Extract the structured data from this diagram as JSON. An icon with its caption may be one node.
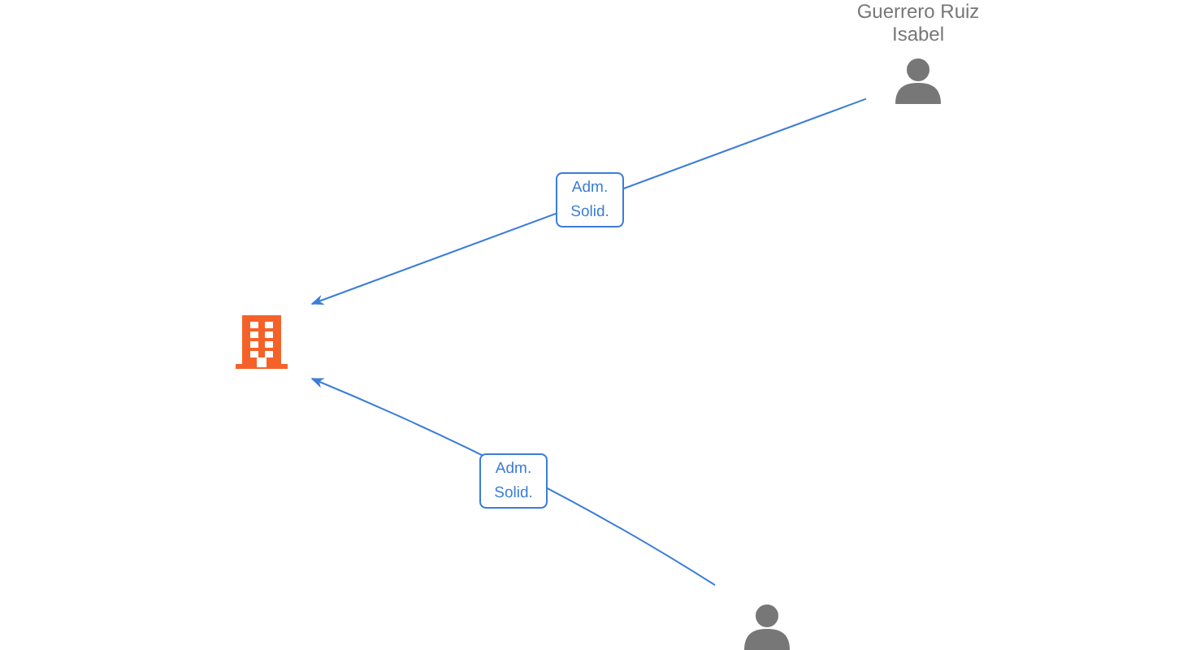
{
  "diagram": {
    "nodes": [
      {
        "text": [],
        "shape": "building"
      },
      {
        "text": [
          "Guerrero Ruiz Isabel"
        ]
      },
      {
        "text": [],
        "shape": "person"
      }
    ],
    "edges": [
      {
        "from": 1,
        "to": 0,
        "arrow": "to",
        "label": "Adm. Solid."
      },
      {
        "from": 2,
        "to": 0,
        "arrow": "to",
        "label": "Adm. Solid."
      }
    ]
  }
}
